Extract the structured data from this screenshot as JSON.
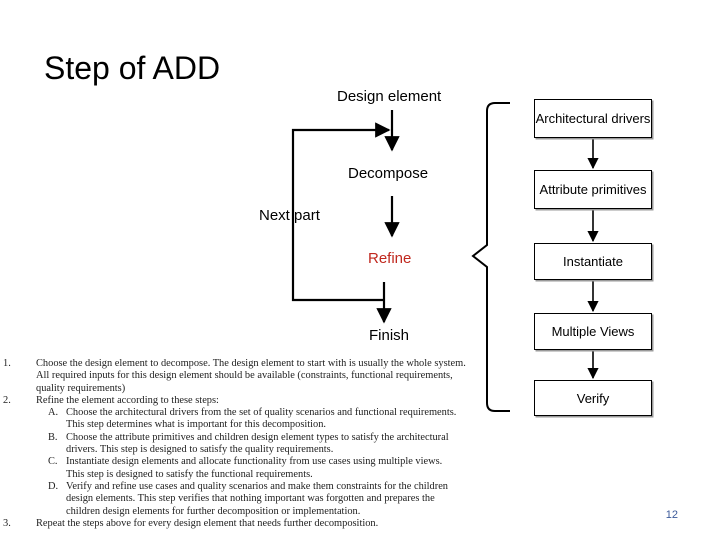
{
  "slide": {
    "title": "Step of ADD",
    "page_number": "12"
  },
  "left_flow": {
    "design_element": "Design element",
    "decompose": "Decompose",
    "next_part": "Next part",
    "refine": "Refine",
    "finish": "Finish",
    "refine_color": "#c0281e"
  },
  "right_flow": {
    "boxes": [
      "Architectural drivers",
      "Attribute primitives",
      "Instantiate",
      "Multiple Views",
      "Verify"
    ]
  },
  "steps": {
    "items": [
      {
        "num": "1.",
        "lines": [
          "Choose the design element to decompose. The design element to start with is usually the whole system.",
          "All required inputs for this design element should be available (constraints, functional requirements,",
          "quality requirements)"
        ]
      },
      {
        "num": "2.",
        "lines": [
          "Refine the element according to these steps:"
        ],
        "subs": [
          {
            "letter": "A.",
            "lines": [
              "Choose the architectural drivers from the set of quality scenarios and functional requirements.",
              "This step determines what is important for this decomposition."
            ]
          },
          {
            "letter": "B.",
            "lines": [
              "Choose the attribute primitives and children design element types to satisfy the architectural",
              "drivers. This step is designed to satisfy the quality requirements."
            ]
          },
          {
            "letter": "C.",
            "lines": [
              "Instantiate design elements and allocate functionality from use cases using multiple views.",
              "This step is designed to satisfy the functional requirements."
            ]
          },
          {
            "letter": "D.",
            "lines": [
              "Verify and refine use cases and quality scenarios and make them constraints for the children",
              "design elements. This step verifies that nothing important was forgotten and prepares the",
              "children design elements for further decomposition or implementation."
            ]
          }
        ]
      },
      {
        "num": "3.",
        "lines": [
          "Repeat the steps above for every design element that needs further decomposition."
        ]
      }
    ]
  }
}
